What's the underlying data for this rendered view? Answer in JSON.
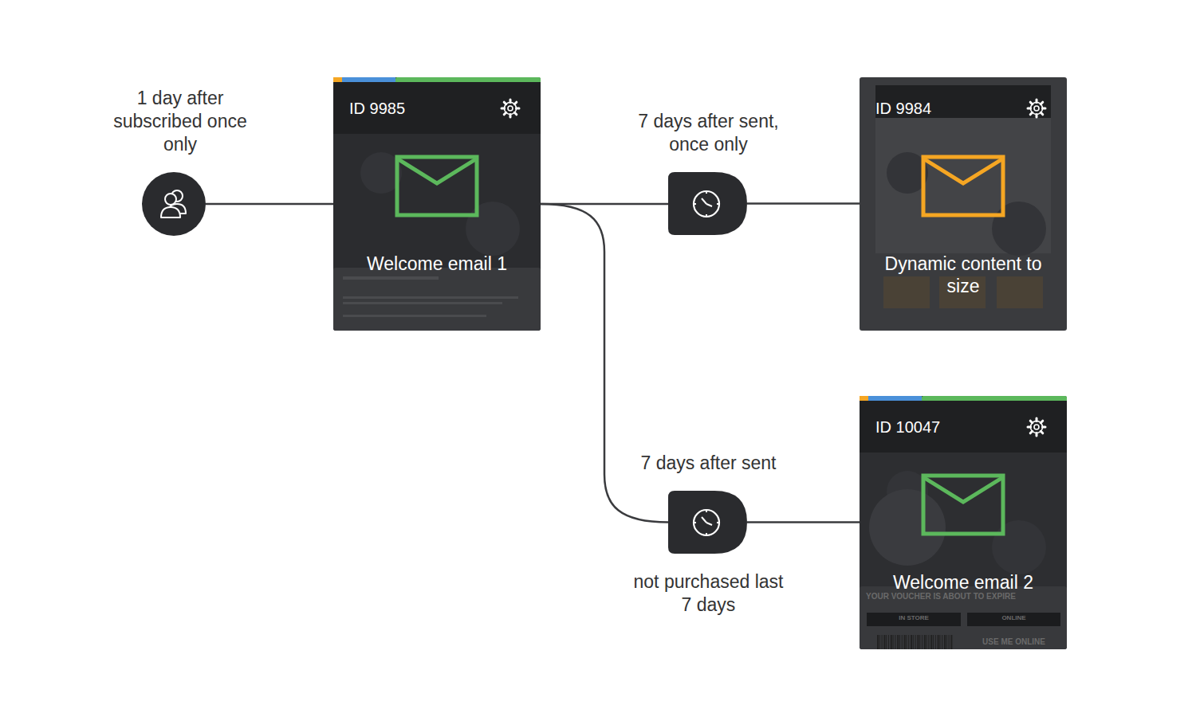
{
  "diagram": {
    "nodes": [
      {
        "text": [
          "1 day after subscribed once only"
        ]
      },
      {
        "text": [
          "ID 9985",
          "Welcome email 1"
        ]
      },
      {
        "text": [
          "7 days after sent, once only"
        ]
      },
      {
        "text": [
          "ID 9984",
          "Dynamic content to size"
        ]
      },
      {
        "text": [
          "7 days after sent",
          "not purchased last 7 days"
        ]
      },
      {
        "text": [
          "ID 10047",
          "Welcome email 2"
        ]
      }
    ],
    "edges": [
      {
        "from": 0,
        "to": 1,
        "arrow": "none"
      },
      {
        "from": 1,
        "to": 2,
        "arrow": "none"
      },
      {
        "from": 2,
        "to": 3,
        "arrow": "none"
      },
      {
        "from": 1,
        "to": 4,
        "arrow": "none"
      },
      {
        "from": 4,
        "to": 5,
        "arrow": "none"
      }
    ],
    "labels": [
      "YOUR VOUCHER IS ABOUT TO EXPIRE",
      "IN STORE",
      "ONLINE",
      "USE ME ONLINE"
    ]
  }
}
